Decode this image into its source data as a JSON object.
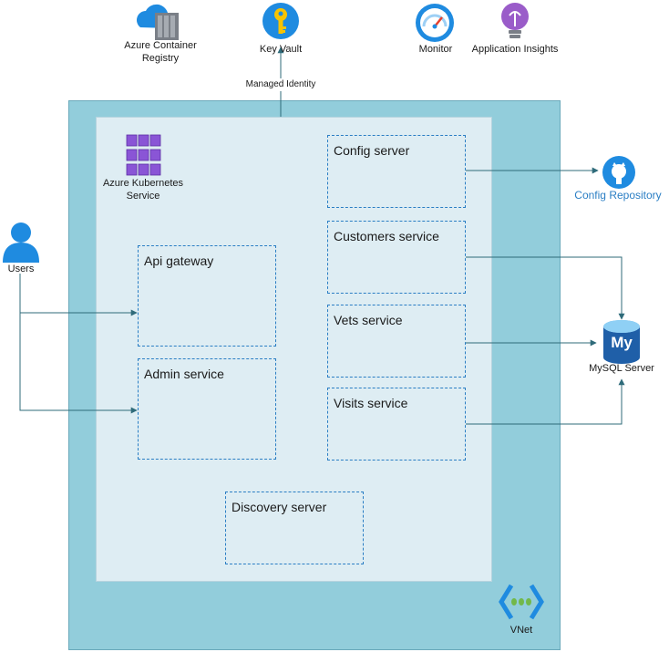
{
  "top_icons": {
    "acr_label_line1": "Azure Container",
    "acr_label_line2": "Registry",
    "keyvault_label": "Key Vault",
    "monitor_label": "Monitor",
    "appinsights_label": "Application Insights"
  },
  "managed_identity_label": "Managed Identity",
  "aks": {
    "label_line1": "Azure Kubernetes",
    "label_line2": "Service"
  },
  "services": {
    "config_server": "Config server",
    "customers_service": "Customers service",
    "vets_service": "Vets service",
    "visits_service": "Visits service",
    "api_gateway": "Api gateway",
    "admin_service": "Admin service",
    "discovery_server": "Discovery server"
  },
  "users_label": "Users",
  "config_repo_label": "Config Repository",
  "mysql_label": "MySQL Server",
  "mysql_logo_text": "My",
  "vnet_label": "VNet",
  "colors": {
    "vnet_fill": "#92cddb",
    "aks_fill": "#deedf3",
    "dashed_border": "#2a7ec4",
    "connector": "#2f6b7a",
    "accent_blue": "#2a7ec4"
  }
}
